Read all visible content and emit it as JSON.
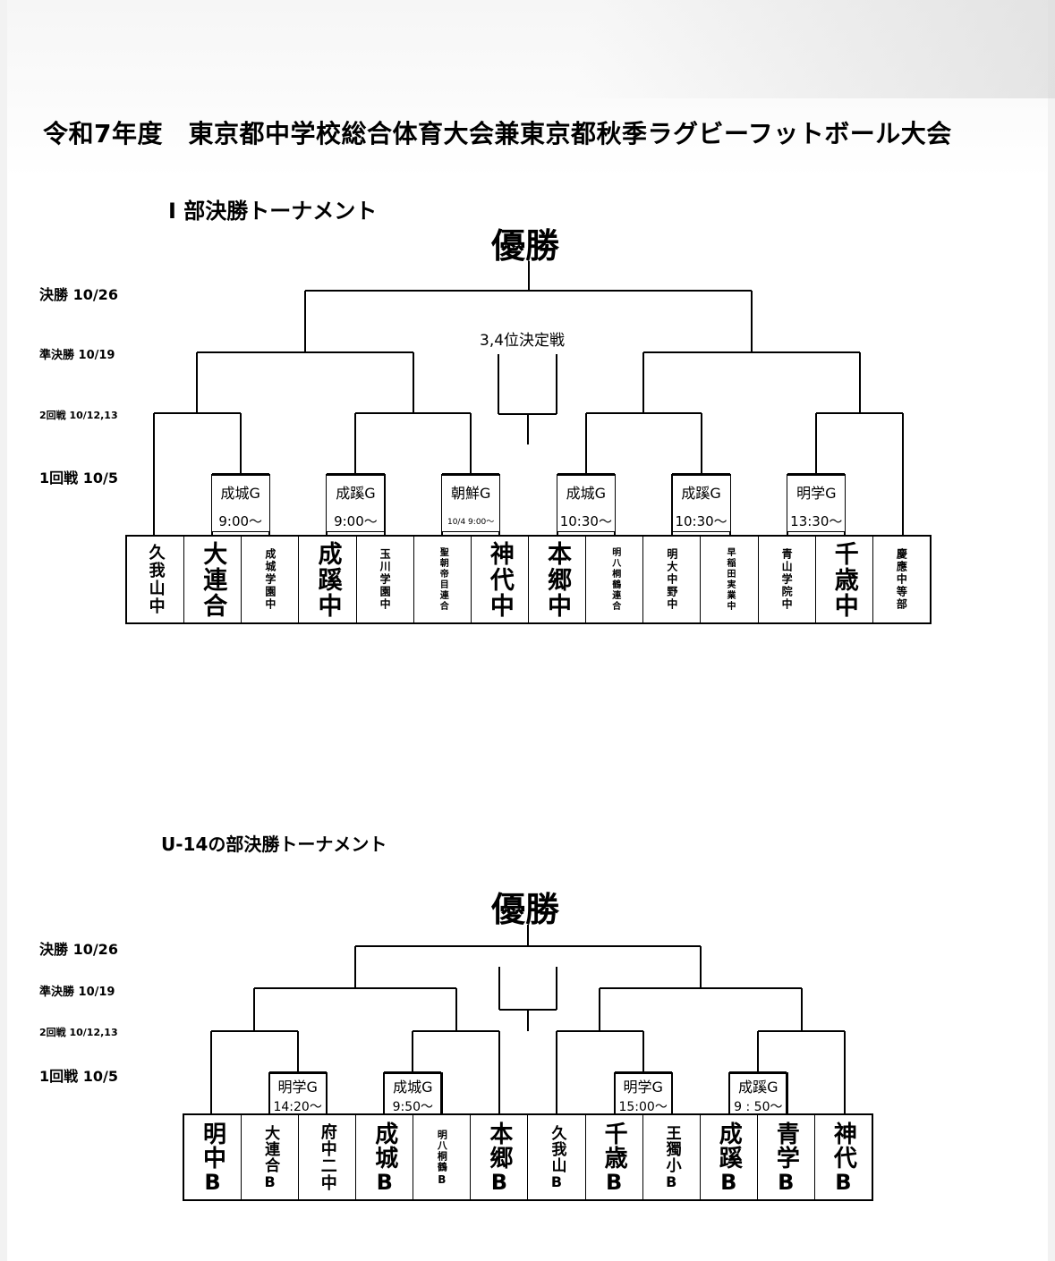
{
  "title": "令和7年度　東京都中学校総合体育大会兼東京都秋季ラグビーフットボール大会",
  "champion_label": "優勝",
  "third_place_label": "3,4位決定戦",
  "rounds": {
    "final": "決勝 10/26",
    "semi": "準決勝 10/19",
    "second": "2回戦 10/12,13",
    "first": "1回戦 10/5"
  },
  "div1": {
    "title": "Ⅰ 部決勝トーナメント",
    "teams": [
      "久我山中",
      "大連合",
      "成城学園中",
      "成蹊中",
      "玉川学園中",
      "聖朝帝目連合",
      "神代中",
      "本郷中",
      "明八桐鶴連合",
      "明大中野中",
      "早稲田実業中",
      "青山学院中",
      "千歳中",
      "慶應中等部"
    ],
    "venues": [
      {
        "name": "成城G",
        "time": "9:00～"
      },
      {
        "name": "成蹊G",
        "time": "9:00～"
      },
      {
        "name": "朝鮮G",
        "time": "10/4 9:00～"
      },
      {
        "name": "成城G",
        "time": "10:30～"
      },
      {
        "name": "成蹊G",
        "time": "10:30～"
      },
      {
        "name": "明学G",
        "time": "13:30～"
      }
    ]
  },
  "u14": {
    "title": "U-14の部決勝トーナメント",
    "teams": [
      {
        "name": "明中",
        "suffix": "B"
      },
      {
        "name": "大連合",
        "suffix": "B"
      },
      {
        "name": "府中二中",
        "suffix": ""
      },
      {
        "name": "成城",
        "suffix": "B"
      },
      {
        "name": "明八桐鶴",
        "suffix": "B"
      },
      {
        "name": "本郷",
        "suffix": "B"
      },
      {
        "name": "久我山",
        "suffix": "B"
      },
      {
        "name": "千歳",
        "suffix": "B"
      },
      {
        "name": "王獨小",
        "suffix": "B"
      },
      {
        "name": "成蹊",
        "suffix": "B"
      },
      {
        "name": "青学",
        "suffix": "B"
      },
      {
        "name": "神代",
        "suffix": "B"
      }
    ],
    "venues": [
      {
        "name": "明学G",
        "time": "14:20～"
      },
      {
        "name": "成城G",
        "time": "9:50～"
      },
      {
        "name": "明学G",
        "time": "15:00～"
      },
      {
        "name": "成蹊G",
        "time": "9 : 50～"
      }
    ]
  }
}
